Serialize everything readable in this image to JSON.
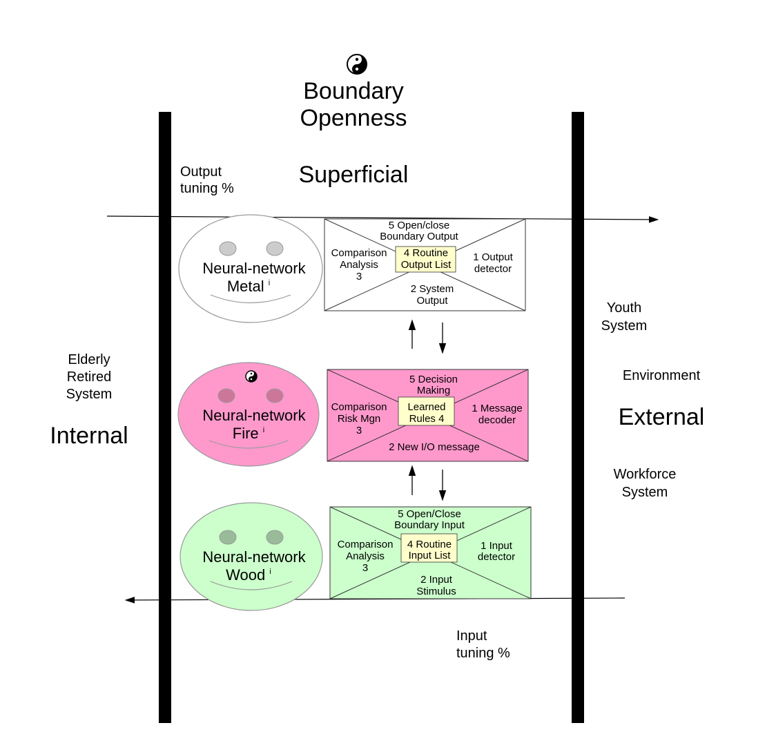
{
  "header": {
    "title_line1": "Boundary",
    "title_line2": "Openness",
    "subtitle": "Superficial"
  },
  "labels": {
    "output_tuning_line1": "Output",
    "output_tuning_line2": "tuning %",
    "input_tuning_line1": "Input",
    "input_tuning_line2": "tuning %",
    "elderly_line1": "Elderly",
    "elderly_line2": "Retired",
    "elderly_line3": "System",
    "internal": "Internal",
    "youth_line1": "Youth",
    "youth_line2": "System",
    "environment": "Environment",
    "external": "External",
    "workforce_line1": "Workforce",
    "workforce_line2": "System"
  },
  "faces": {
    "metal": {
      "name_line1": "Neural-network",
      "name_line2": "Metal",
      "sup": "i",
      "color": "#ffffff"
    },
    "fire": {
      "name_line1": "Neural-network",
      "name_line2": "Fire",
      "sup": "i",
      "color": "#ff99cc"
    },
    "wood": {
      "name_line1": "Neural-network",
      "name_line2": "Wood",
      "sup": "i",
      "color": "#ccffcc"
    }
  },
  "boxes": {
    "output": {
      "color": "#ffffff",
      "top_line1": "5 Open/close",
      "top_line2": "Boundary Output",
      "center_line1": "4 Routine",
      "center_line2": "Output List",
      "left_line1": "Comparison",
      "left_line2": "Analysis",
      "left_line3": "3",
      "right_line1": "1 Output",
      "right_line2": "detector",
      "bottom_line1": "2 System",
      "bottom_line2": "Output"
    },
    "decision": {
      "color": "#ff99cc",
      "top_line1": "5 Decision",
      "top_line2": "Making",
      "center_line1": "Learned",
      "center_line2": "Rules 4",
      "left_line1": "Comparison",
      "left_line2": "Risk Mgn",
      "left_line3": "3",
      "right_line1": "1 Message",
      "right_line2": "decoder",
      "bottom_line1": "2 New I/O message"
    },
    "input": {
      "color": "#ccffcc",
      "top_line1": "5 Open/Close",
      "top_line2": "Boundary Input",
      "center_line1": "4 Routine",
      "center_line2": "Input List",
      "left_line1": "Comparison",
      "left_line2": "Analysis",
      "left_line3": "3",
      "right_line1": "1 Input",
      "right_line2": "detector",
      "bottom_line1": "2 Input",
      "bottom_line2": "Stimulus"
    }
  },
  "colors": {
    "center_label_fill": "#ffffcc",
    "eye_fill": "#cccccc",
    "bar": "#000000"
  },
  "icons": [
    "yin-yang-icon"
  ]
}
